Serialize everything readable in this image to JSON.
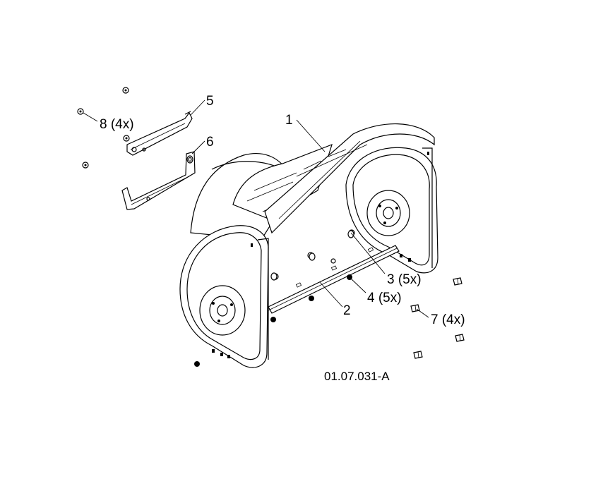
{
  "callouts": {
    "c1": "1",
    "c2": "2",
    "c3": "3 (5x)",
    "c4": "4 (5x)",
    "c5": "5",
    "c6": "6",
    "c7": "7 (4x)",
    "c8": "8 (4x)"
  },
  "figure_id": "01.07.031-A",
  "colors": {
    "line": "#000000",
    "background": "#ffffff"
  }
}
